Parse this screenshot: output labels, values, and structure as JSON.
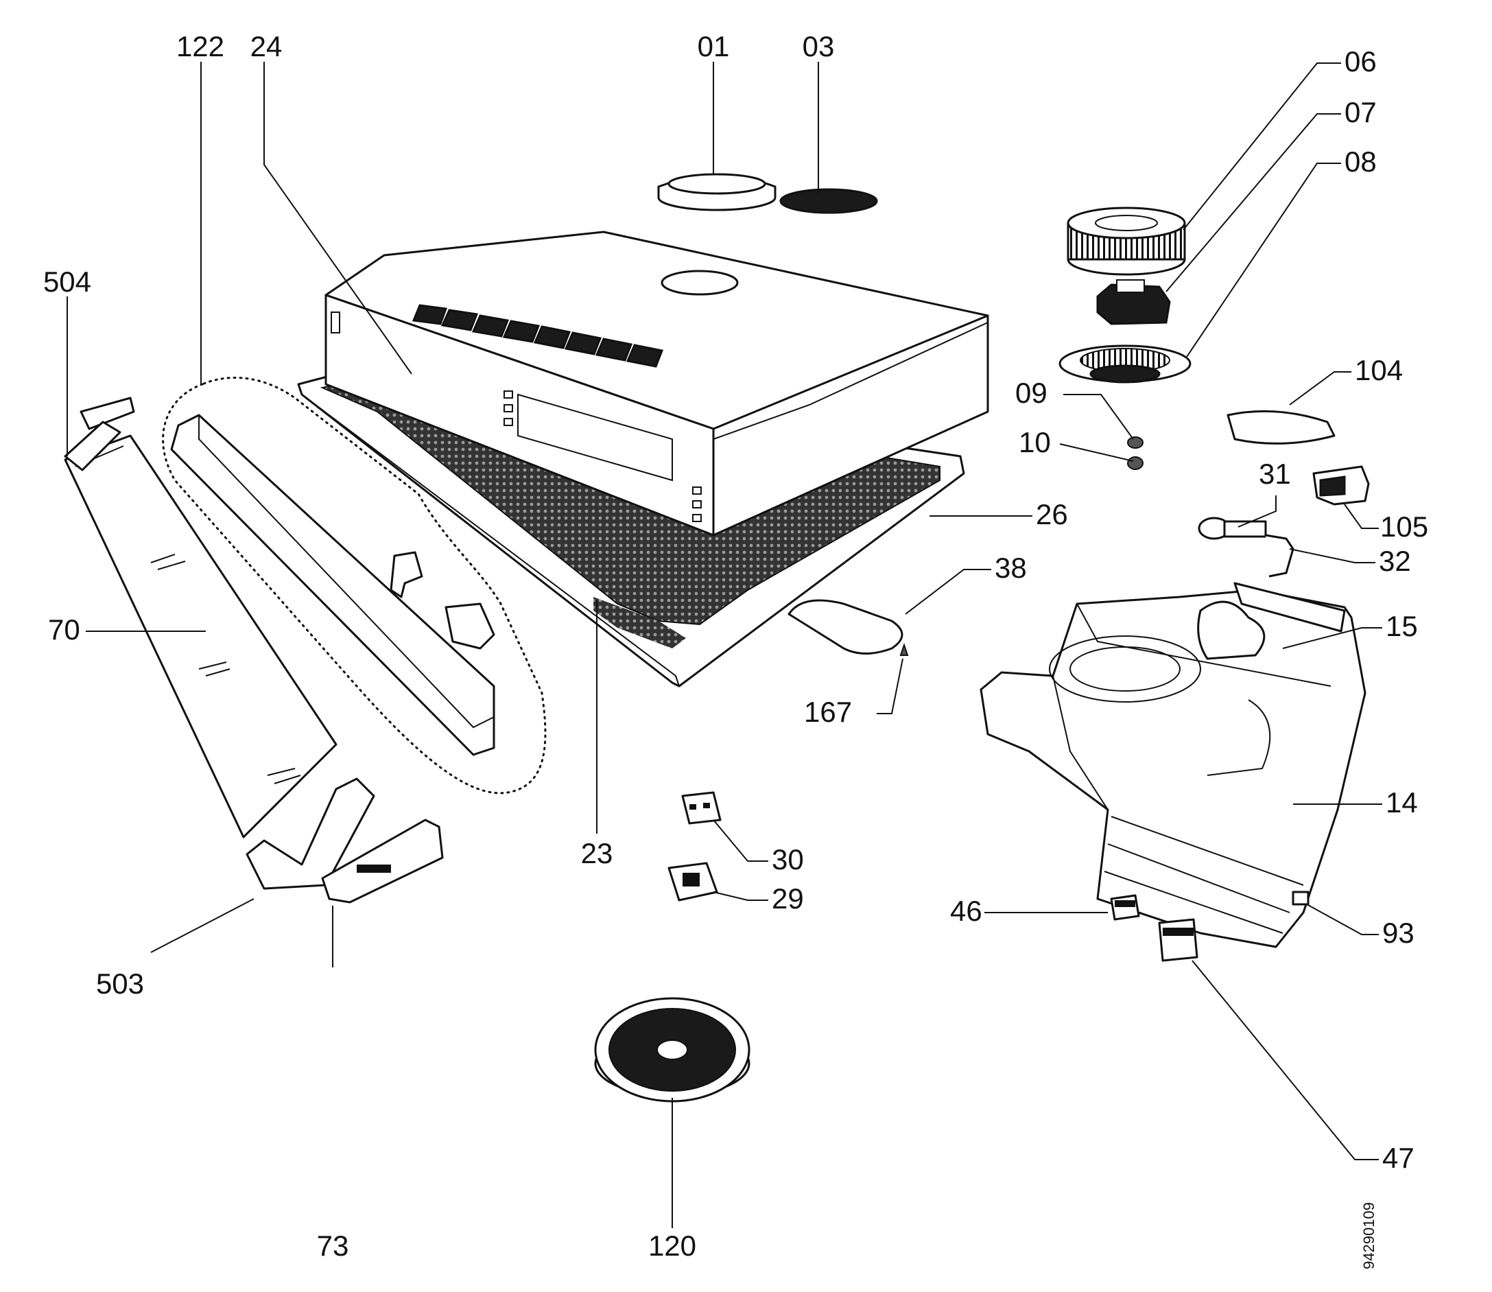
{
  "diagram": {
    "type": "exploded-parts-view",
    "drawing_code": "94290109",
    "part_labels": [
      "01",
      "03",
      "06",
      "07",
      "08",
      "09",
      "10",
      "104",
      "105",
      "31",
      "32",
      "15",
      "14",
      "93",
      "47",
      "46",
      "26",
      "38",
      "167",
      "23",
      "30",
      "29",
      "24",
      "122",
      "504",
      "70",
      "503",
      "73",
      "120"
    ]
  },
  "labels": {
    "p01": "01",
    "p03": "03",
    "p06": "06",
    "p07": "07",
    "p08": "08",
    "p09": "09",
    "p10": "10",
    "p104": "104",
    "p105": "105",
    "p31": "31",
    "p32": "32",
    "p15": "15",
    "p14": "14",
    "p93": "93",
    "p47": "47",
    "p46": "46",
    "p26": "26",
    "p38": "38",
    "p167": "167",
    "p23": "23",
    "p30": "30",
    "p29": "29",
    "p24": "24",
    "p122": "122",
    "p504": "504",
    "p70": "70",
    "p503": "503",
    "p73": "73",
    "p120": "120"
  }
}
